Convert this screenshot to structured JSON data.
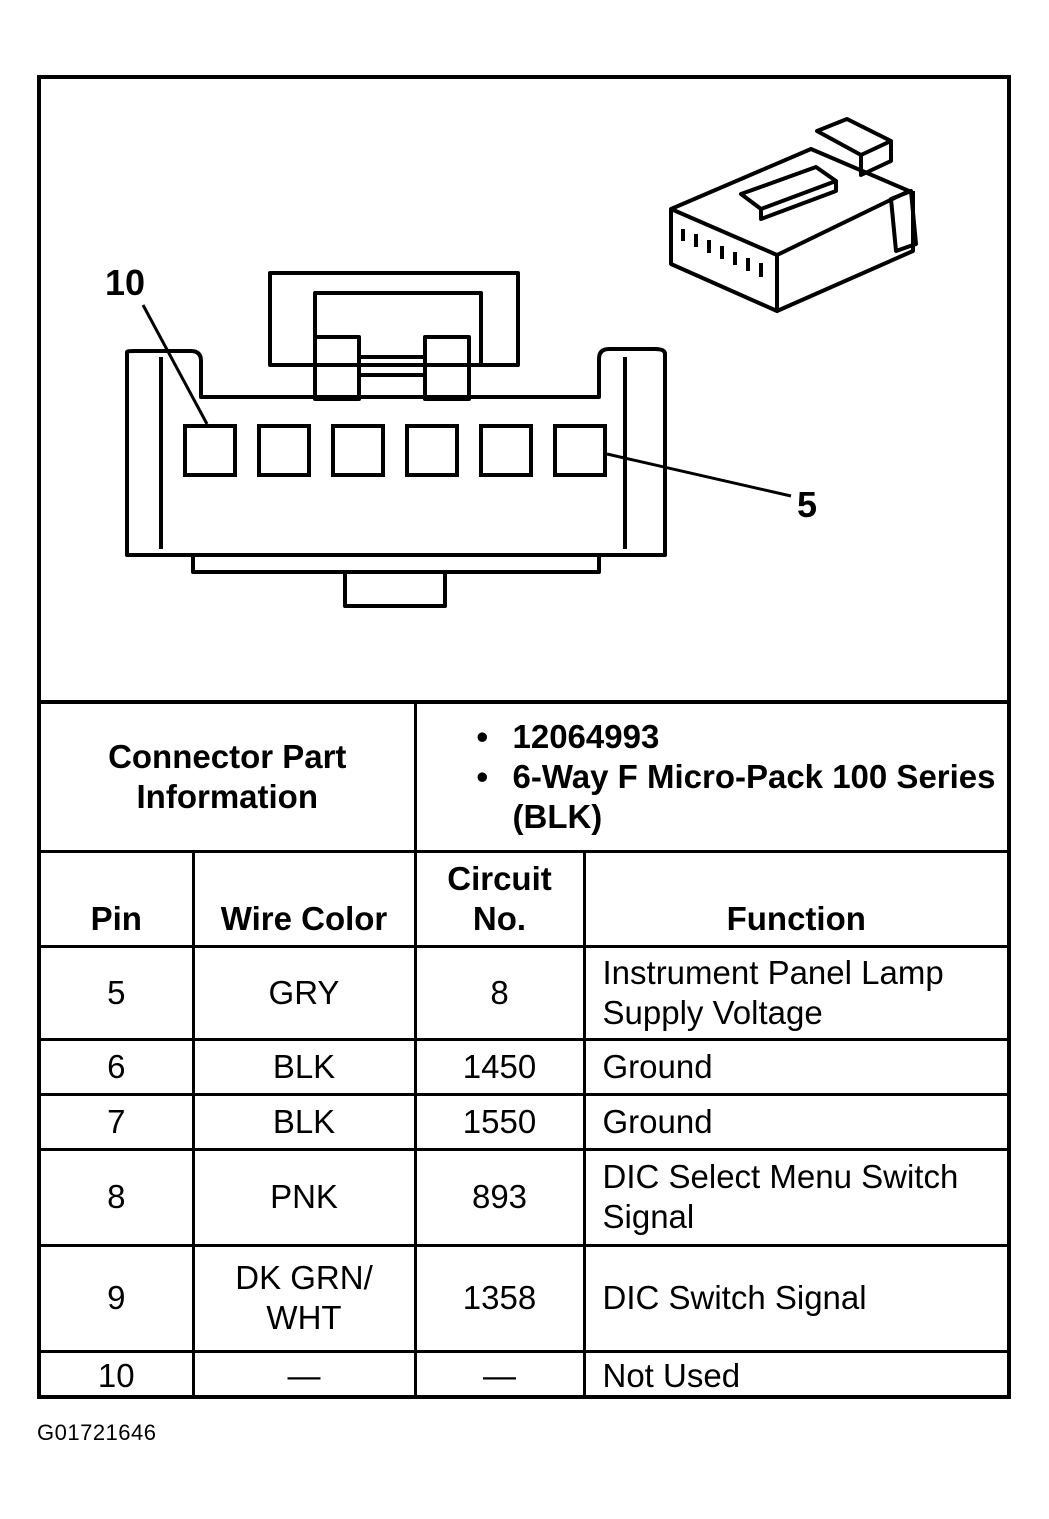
{
  "diagram": {
    "callout_left": "10",
    "callout_right": "5"
  },
  "connector_info": {
    "label": "Connector Part Information",
    "bullets": [
      "12064993",
      "6-Way F Micro-Pack 100 Series (BLK)"
    ]
  },
  "table": {
    "headers": {
      "pin": "Pin",
      "wire_color": "Wire Color",
      "circuit_no": "Circuit No.",
      "function": "Function"
    },
    "rows": [
      {
        "pin": "5",
        "wire_color": "GRY",
        "circuit_no": "8",
        "function": "Instrument Panel Lamp Supply Voltage"
      },
      {
        "pin": "6",
        "wire_color": "BLK",
        "circuit_no": "1450",
        "function": "Ground"
      },
      {
        "pin": "7",
        "wire_color": "BLK",
        "circuit_no": "1550",
        "function": "Ground"
      },
      {
        "pin": "8",
        "wire_color": "PNK",
        "circuit_no": "893",
        "function": "DIC Select Menu Switch Signal"
      },
      {
        "pin": "9",
        "wire_color": "DK GRN/ WHT",
        "circuit_no": "1358",
        "function": "DIC Switch Signal"
      },
      {
        "pin": "10",
        "wire_color": "—",
        "circuit_no": "—",
        "function": "Not Used"
      }
    ]
  },
  "figure_code": "G01721646"
}
